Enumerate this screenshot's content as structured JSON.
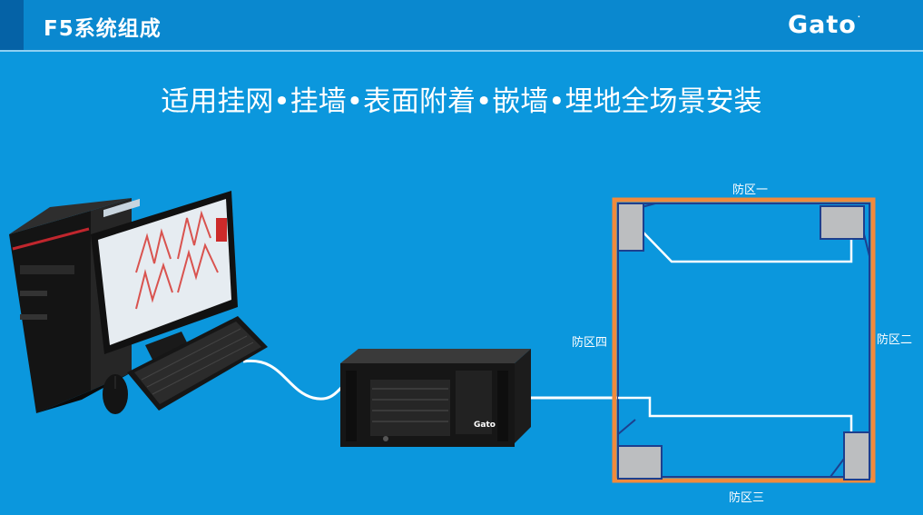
{
  "header": {
    "title": "F5系统组成",
    "logo": "Gato",
    "logo_mark": "."
  },
  "subtitle": "适用挂网•挂墙•表面附着•嵌墙•埋地全场景安装",
  "server_logo": "Gato",
  "zones": {
    "zone1": "防区一",
    "zone2": "防区二",
    "zone3": "防区三",
    "zone4": "防区四"
  },
  "colors": {
    "background": "#0b97dd",
    "header": "#0a88cf",
    "perimeter_orange": "#f08a3c",
    "sensor_gray": "#bcbec0",
    "sensor_border": "#1d3f8e",
    "cable": "#ffffff"
  }
}
